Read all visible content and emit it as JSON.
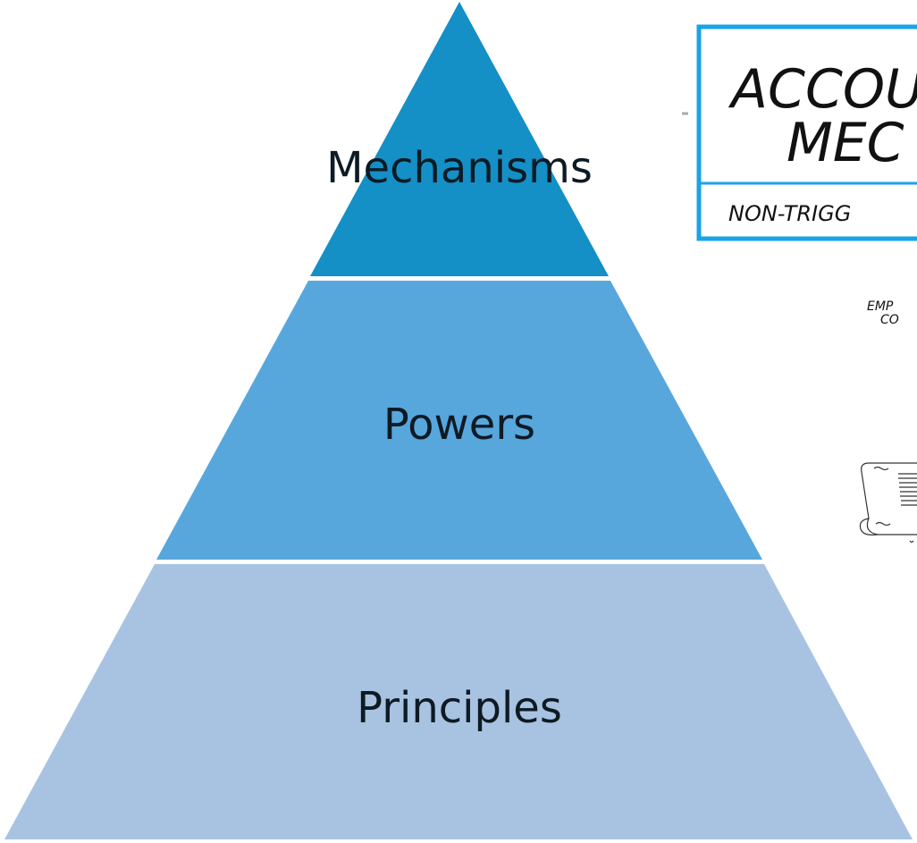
{
  "pyramid": {
    "tiers": [
      {
        "label": "Mechanisms",
        "color": "#1490c6"
      },
      {
        "label": "Powers",
        "color": "#57a7dd"
      },
      {
        "label": "Principles",
        "color": "#a8c3e1"
      }
    ]
  },
  "sketch": {
    "card_border_color": "#1aa3e6",
    "card_title_line1": "ACCOU",
    "card_title_line2": "MEC",
    "card_subtitle": "NON-TRIGG",
    "note_line1": "EMP",
    "note_line2": "CO"
  }
}
